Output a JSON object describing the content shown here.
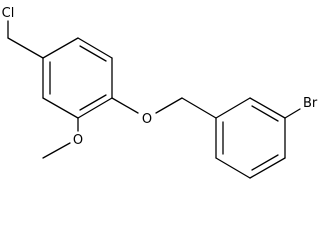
{
  "atoms": {
    "chlorine": "Cl",
    "ether_oxygen": "O",
    "methoxy_oxygen": "O",
    "bromine": "Br"
  },
  "colors": {
    "bond": "#000000",
    "label": "#000000",
    "background": "#ffffff"
  }
}
